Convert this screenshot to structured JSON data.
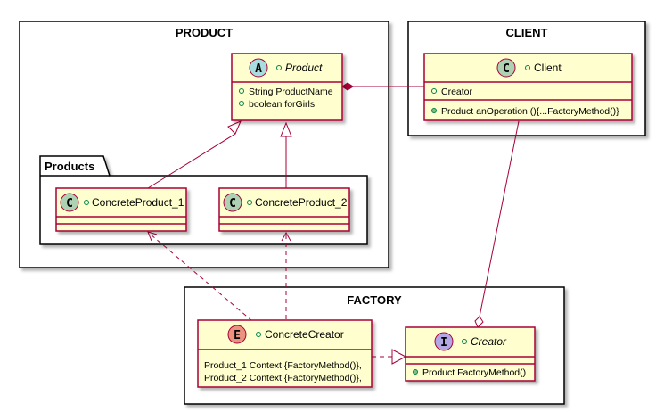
{
  "packages": {
    "product": {
      "title": "PRODUCT"
    },
    "client": {
      "title": "CLIENT"
    },
    "factory": {
      "title": "FACTORY"
    },
    "products": {
      "title": "Products"
    }
  },
  "classes": {
    "product": {
      "stereotype": "A",
      "name": "Product",
      "members": [
        "String ProductName",
        "boolean forGirls"
      ]
    },
    "client": {
      "stereotype": "C",
      "name": "Client",
      "fields": [
        "Creator"
      ],
      "methods": [
        "Product anOperation (){...FactoryMethod()}"
      ]
    },
    "concrete1": {
      "stereotype": "C",
      "name": "ConcreteProduct_1"
    },
    "concrete2": {
      "stereotype": "C",
      "name": "ConcreteProduct_2"
    },
    "concrete_creator": {
      "stereotype": "E",
      "name": "ConcreteCreator",
      "fields": [
        "Product_1 Context {FactoryMethod()},",
        "Product_2 Context {FactoryMethod()},"
      ]
    },
    "creator": {
      "stereotype": "I",
      "name": "Creator",
      "methods": [
        "Product FactoryMethod()"
      ]
    }
  },
  "colors": {
    "class_fill": "#FEFECE",
    "class_border": "#A80036",
    "abstract_badge": "#A9DCDF",
    "class_badge": "#ADD1B2",
    "enum_badge": "#EB937F",
    "interface_badge": "#B4A7E5",
    "member_dot": "#84BE84"
  }
}
